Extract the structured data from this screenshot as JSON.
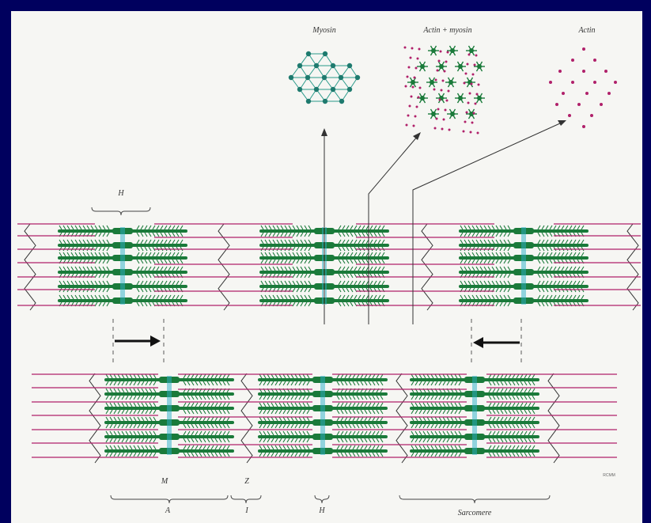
{
  "labels": {
    "myosin": "Myosin",
    "actin_myosin": "Actin + myosin",
    "actin": "Actin",
    "h_top": "H",
    "m": "M",
    "z": "Z",
    "a": "A",
    "i": "I",
    "h_bottom": "H",
    "sarcomere": "Sarcomere",
    "signature": "RCMM"
  },
  "colors": {
    "background": "#00005e",
    "panel": "#f6f6f3",
    "myosin": "#1a7a3a",
    "actin": "#b0206a",
    "m_line": "#2bb0c8",
    "z_line": "#333333",
    "myosin_lattice": "#2a9a8a"
  }
}
